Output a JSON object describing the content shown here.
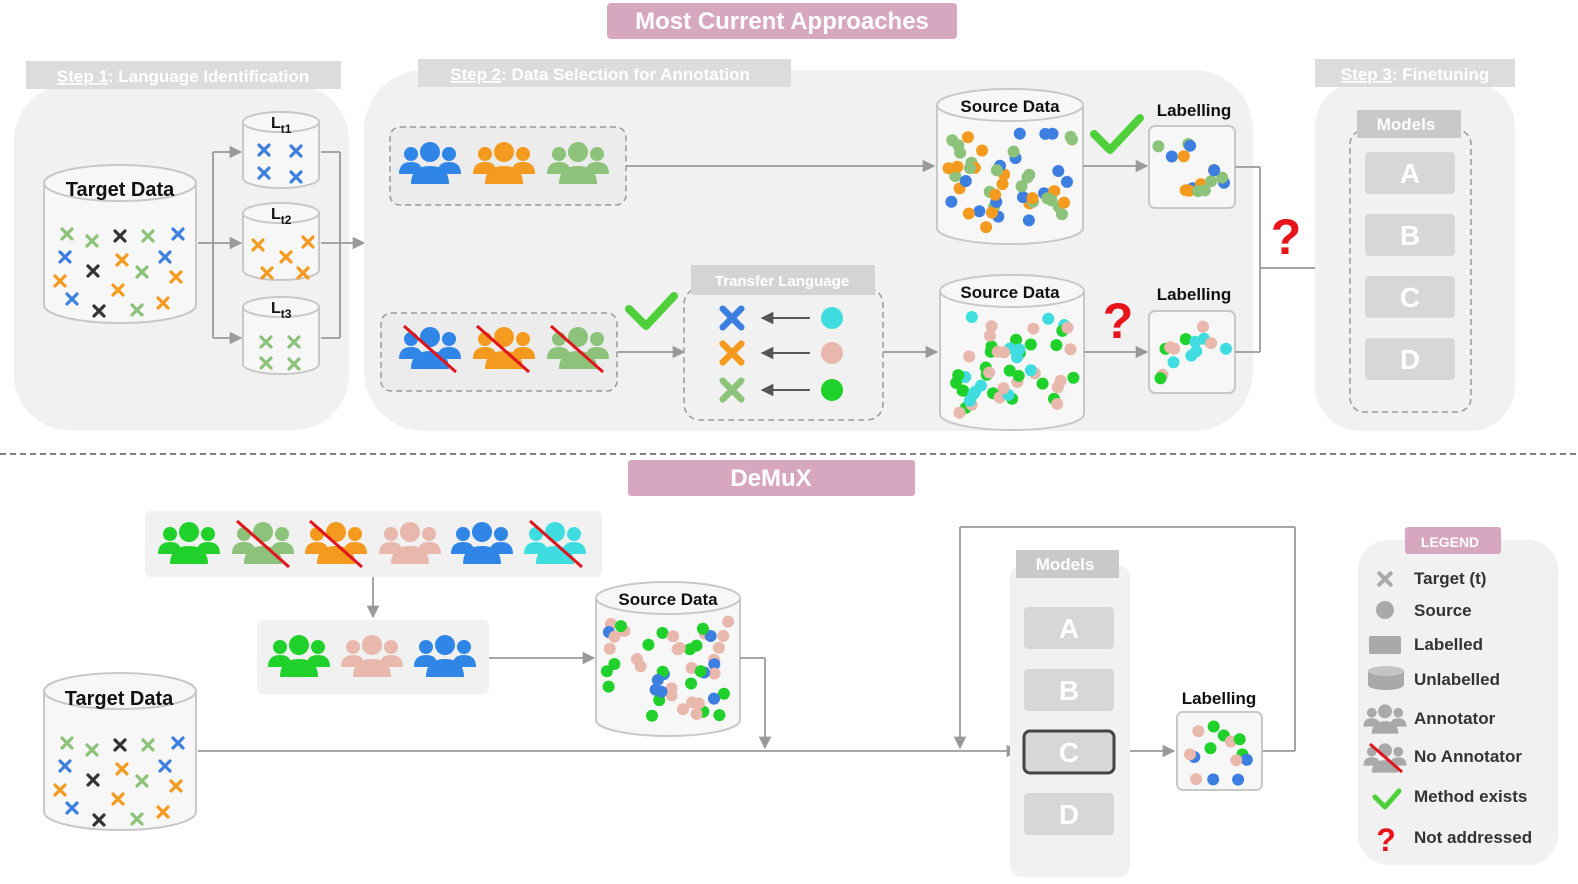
{
  "titles": {
    "top": "Most Current Approaches",
    "bottom": "DeMuX"
  },
  "steps": {
    "step1": {
      "label": "Step 1",
      "rest": ": Language Identification"
    },
    "step2": {
      "label": "Step 2",
      "rest": ": Data Selection for Annotation"
    },
    "step3": {
      "label": "Step 3",
      "rest": ": Finetuning"
    }
  },
  "labels": {
    "target_data": "Target Data",
    "source_data": "Source Data",
    "labelling": "Labelling",
    "transfer_language": "Transfer Language",
    "models": "Models",
    "lt1_base": "L",
    "lt1_sub": "t1",
    "lt2_base": "L",
    "lt2_sub": "t2",
    "lt3_base": "L",
    "lt3_sub": "t3",
    "question": "?"
  },
  "models": [
    "A",
    "B",
    "C",
    "D"
  ],
  "legend": {
    "title": "LEGEND",
    "items": [
      "Target (t)",
      "Source",
      "Labelled",
      "Unlabelled",
      "Annotator",
      "No Annotator",
      "Method exists",
      "Not addressed"
    ]
  },
  "colors": {
    "blue": "#3d7fe0",
    "orange": "#f39a1f",
    "green_light": "#8cc27a",
    "green_bright": "#1fd12a",
    "pink": "#e8b8ad",
    "cyan": "#3fdde0",
    "dark": "#333333",
    "panel": "#f1f1f1",
    "title_bg": "#d7a7bf",
    "check": "#4fcf3a",
    "question": "#e8141c"
  }
}
